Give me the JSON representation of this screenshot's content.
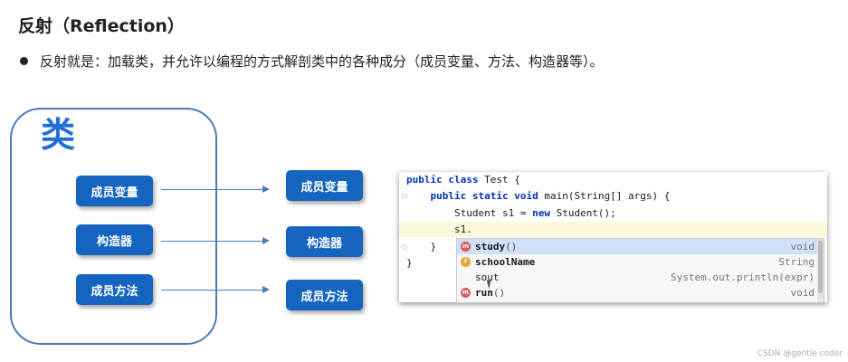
{
  "title": "反射（Reflection）",
  "bullet": "反射就是：加载类，并允许以编程的方式解剖类中的各种成分（成员变量、方法、构造器等）。",
  "diagram": {
    "class_label": "类",
    "left_items": [
      "成员变量",
      "构造器",
      "成员方法"
    ],
    "right_items": [
      "成员变量",
      "构造器",
      "成员方法"
    ]
  },
  "code": {
    "line1": {
      "kw": "public class",
      "rest": " Test {"
    },
    "line2": {
      "indent": "    ",
      "kw": "public static void",
      "rest": " main(String[] args) {"
    },
    "line3": {
      "indent": "        ",
      "pre": "Student s1 = ",
      "kw": "new",
      "rest": " Student();"
    },
    "line4": "        s1.",
    "line5": "    }",
    "line6": "}"
  },
  "autocomplete": [
    {
      "icon": "m",
      "name": "study",
      "paren": "()",
      "type": "void",
      "selected": true
    },
    {
      "icon": "f",
      "name": "schoolName",
      "paren": "",
      "type": "String",
      "selected": false
    },
    {
      "icon": "",
      "name": "sout",
      "paren": "",
      "type": "System.out.println(expr)",
      "selected": false
    },
    {
      "icon": "m",
      "name": "run",
      "paren": "()",
      "type": "void",
      "selected": false
    }
  ],
  "watermark": "CSDN @gentle coder"
}
